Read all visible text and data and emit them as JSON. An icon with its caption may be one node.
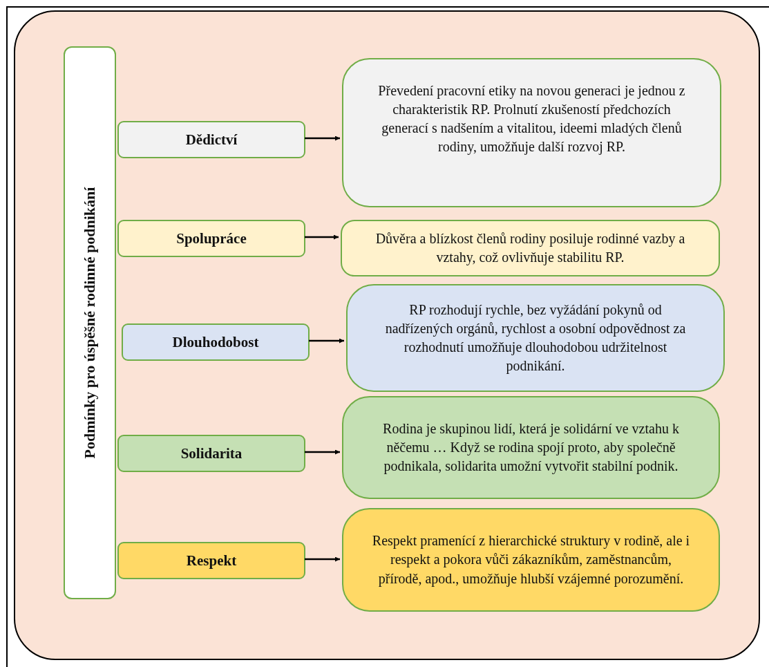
{
  "diagram": {
    "nodes": [
      {
        "text": [],
        "shape": "box"
      },
      {
        "text": [
          "Podmínky pro úspěšné rodinné podnikání"
        ],
        "in": 0
      },
      {
        "text": [
          "Dědictví"
        ],
        "in": 0
      },
      {
        "text": [
          "Převedení pracovní etiky na novou generaci je jednou z charakteristik RP. Prolnutí zkušeností předchozích generací s nadšením a vitalitou, ideemi mladých členů rodiny, umožňuje další rozvoj RP."
        ],
        "in": 0
      },
      {
        "text": [
          "Spolupráce"
        ],
        "in": 0
      },
      {
        "text": [
          "Důvěra a blízkost členů rodiny posiluje rodinné vazby a vztahy, což ovlivňuje stabilitu RP."
        ],
        "in": 0
      },
      {
        "text": [
          "Dlouhodobost"
        ],
        "in": 0
      },
      {
        "text": [
          "RP rozhodují rychle, bez vyžádání pokynů od nadřízených orgánů, rychlost a osobní odpovědnost za rozhodnutí  umožňuje dlouhodobou udržitelnost podnikání."
        ],
        "in": 0
      },
      {
        "text": [
          "Solidarita"
        ],
        "in": 0
      },
      {
        "text": [
          "Rodina je skupinou lidí, která je solidární ve vztahu k něčemu … Když se rodina spojí proto, aby společně podnikala, solidarita umožní vytvořit stabilní podnik."
        ],
        "in": 0
      },
      {
        "text": [
          "Respekt"
        ],
        "in": 0
      },
      {
        "text": [
          "Respekt pramenící z hierarchické struktury v rodině, ale i respekt a pokora vůči zákazníkům, zaměstnancům, přírodě, apod., umožňuje hlubší vzájemné porozumění."
        ],
        "in": 0
      }
    ],
    "edges": [
      {
        "from": 2,
        "to": 3,
        "arrow": "to"
      },
      {
        "from": 4,
        "to": 5,
        "arrow": "to"
      },
      {
        "from": 6,
        "to": 7,
        "arrow": "to"
      },
      {
        "from": 8,
        "to": 9,
        "arrow": "to"
      },
      {
        "from": 10,
        "to": 11,
        "arrow": "to"
      }
    ]
  }
}
